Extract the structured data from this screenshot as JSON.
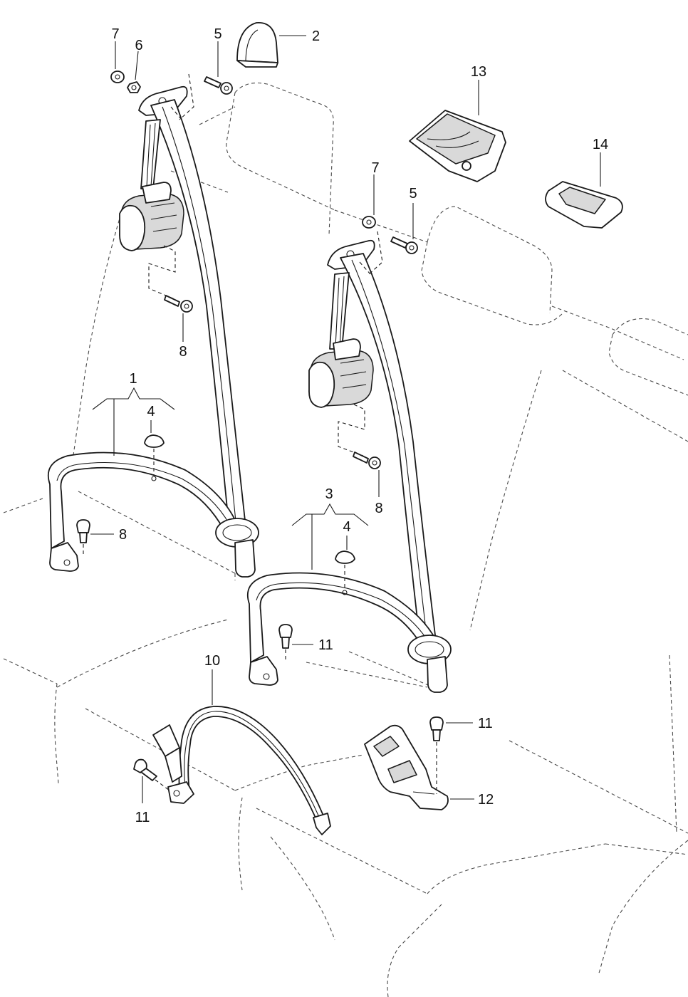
{
  "callouts": {
    "c1": "1",
    "c2": "2",
    "c3": "3",
    "c4a": "4",
    "c4b": "4",
    "c5a": "5",
    "c5b": "5",
    "c6": "6",
    "c7a": "7",
    "c7b": "7",
    "c8a": "8",
    "c8b": "8",
    "c8c": "8",
    "c10": "10",
    "c11a": "11",
    "c11b": "11",
    "c11c": "11",
    "c12": "12",
    "c13": "13",
    "c14": "14"
  }
}
